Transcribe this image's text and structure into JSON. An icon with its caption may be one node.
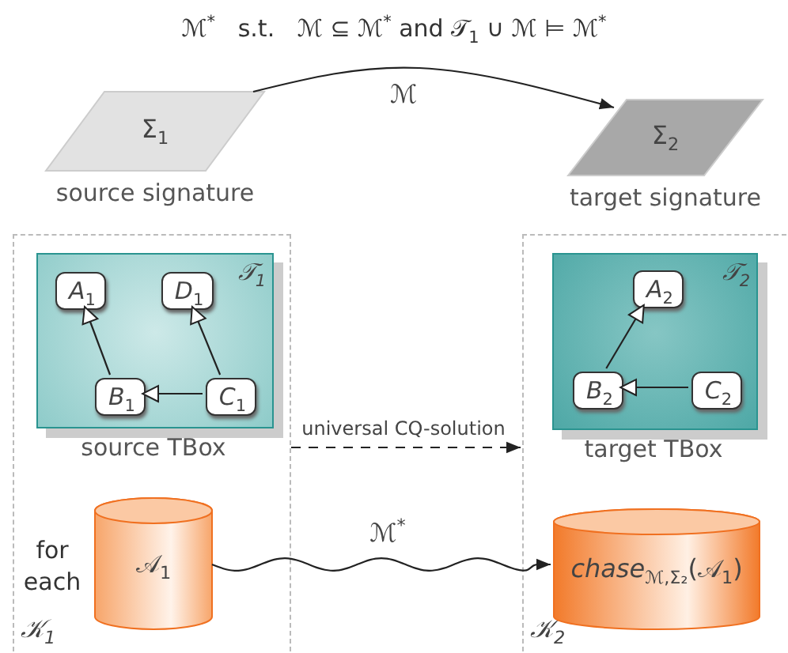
{
  "diagram": {
    "nodes": [
      {
        "text": [
          "Σ$_{1}$"
        ],
        "beside": [
          "source signature"
        ]
      },
      {
        "text": [
          "Σ$_{2}$"
        ],
        "beside": [
          "target signature"
        ]
      },
      {
        "text": [
          "𝒦$_{1}$"
        ]
      },
      {
        "text": [
          "𝒯$_{1}$"
        ],
        "beside": [
          "source TBox"
        ],
        "in": 2
      },
      {
        "text": [
          "*A*$_{1}$"
        ],
        "in": 3
      },
      {
        "text": [
          "*D*$_{1}$"
        ],
        "in": 3
      },
      {
        "text": [
          "*B*$_{1}$"
        ],
        "in": 3
      },
      {
        "text": [
          "*C*$_{1}$"
        ],
        "in": 3
      },
      {
        "text": [
          "𝒜$_{1}$"
        ],
        "in": 2
      },
      {
        "text": [
          "𝒦$_{2}$"
        ]
      },
      {
        "text": [
          "𝒯$_{2}$"
        ],
        "beside": [
          "target TBox"
        ],
        "in": 9
      },
      {
        "text": [
          "*A*$_{2}$"
        ],
        "in": 10
      },
      {
        "text": [
          "*B*$_{2}$"
        ],
        "in": 10
      },
      {
        "text": [
          "*C*$_{2}$"
        ],
        "in": 10
      },
      {
        "text": [
          "*chase*$_{ℳ,Σ₂}$(𝒜$_{1}$)"
        ],
        "in": 9
      }
    ],
    "edges": [
      {
        "from": 0,
        "to": 1,
        "arrow": "to",
        "label": "ℳ"
      },
      {
        "from": 6,
        "to": 4,
        "arrow": "to"
      },
      {
        "from": 7,
        "to": 5,
        "arrow": "to"
      },
      {
        "from": 7,
        "to": 6,
        "arrow": "to"
      },
      {
        "from": 2,
        "to": 9,
        "arrow": "to",
        "label": "universal CQ-solution",
        "style": "dashed"
      },
      {
        "from": 12,
        "to": 11,
        "arrow": "to"
      },
      {
        "from": 13,
        "to": 12,
        "arrow": "to"
      },
      {
        "from": 8,
        "to": 14,
        "arrow": "to",
        "label": "ℳ$^{*}$"
      }
    ],
    "labels": [
      "ℳ$^{*}$   s.t.   ℳ ⊆ ℳ$^{*}$ and 𝒯$_{1}$ ∪ ℳ ⊨ ℳ$^{*}$",
      "for each"
    ]
  }
}
